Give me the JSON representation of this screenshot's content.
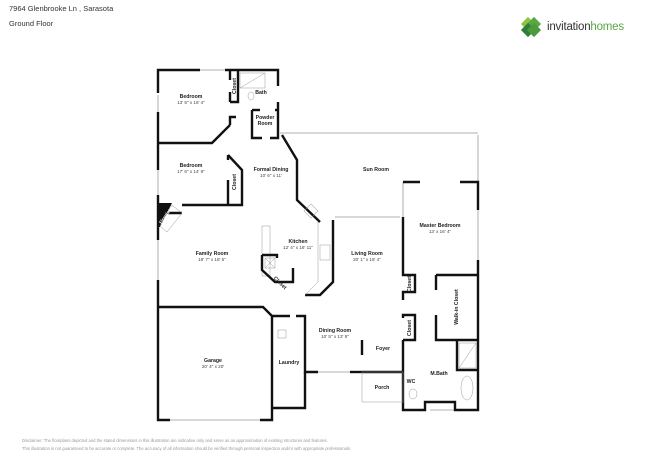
{
  "header": {
    "address": "7964 Glenbrooke Ln , Sarasota",
    "floor": "Ground Floor"
  },
  "logo": {
    "brand_part1": "invitation",
    "brand_part2": "homes",
    "colors": [
      "#5aa845",
      "#2e7d3a",
      "#8cc63f"
    ]
  },
  "rooms": {
    "bedroom1": {
      "name": "Bedroom",
      "dims": "13' 5\" x 16' 4\""
    },
    "bedroom2": {
      "name": "Bedroom",
      "dims": "17' 6\" x 14' 9\""
    },
    "bath": {
      "name": "Bath"
    },
    "powder_room": {
      "name1": "Powder",
      "name2": "Room"
    },
    "formal_dining": {
      "name": "Formal Dining",
      "dims": "10' 6\" x 11'"
    },
    "sun_room": {
      "name": "Sun Room"
    },
    "kitchen": {
      "name": "Kitchen",
      "dims": "12' 4\" x 16' 11\""
    },
    "family_room": {
      "name": "Family Room",
      "dims": "18' 7\" x 18' 5\""
    },
    "master_bedroom": {
      "name": "Master Bedroom",
      "dims": "13' x 16' 4\""
    },
    "living_room": {
      "name": "Living Room",
      "dims": "20' 1\" x 18' 4\""
    },
    "walk_in_closet": {
      "name": "Walk-in Closet"
    },
    "dining_room": {
      "name": "Dining Room",
      "dims": "10' 5\" x 13' 9\""
    },
    "foyer": {
      "name": "Foyer"
    },
    "porch": {
      "name": "Porch"
    },
    "m_bath": {
      "name": "M.Bath"
    },
    "wc": {
      "name": "WC"
    },
    "garage": {
      "name": "Garage",
      "dims": "20' 4\" x 20'"
    },
    "laundry": {
      "name": "Laundry"
    },
    "closet": {
      "name": "Closet"
    },
    "fireplace": {
      "name": "Fireplace"
    }
  },
  "disclaimer": {
    "line1": "Disclaimer: The floorplans depicted and the stated dimensions in this illustration are indicative only and serve as an approximation of existing structures and features.",
    "line2": "This illustration is not guaranteed to be accurate or complete. The accuracy of all information should be verified through personal inspection and/or with appropriate professionals."
  }
}
